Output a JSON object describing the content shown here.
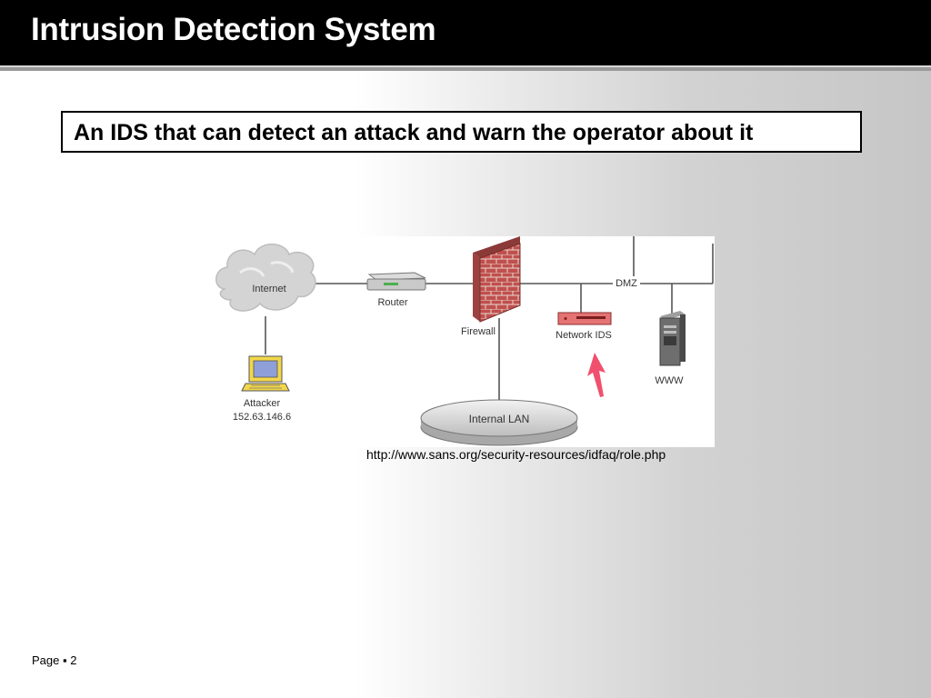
{
  "slide": {
    "title": "Intrusion Detection System",
    "subtitle": "An IDS that can detect an attack and warn the operator about it",
    "source_url": "http://www.sans.org/security-resources/idfaq/role.php",
    "footer": {
      "label": "Page",
      "bullet": "▪",
      "number": "2"
    }
  },
  "diagram": {
    "nodes": {
      "internet": "Internet",
      "router": "Router",
      "firewall": "Firewall",
      "dmz": "DMZ",
      "network_ids": "Network IDS",
      "www": "WWW",
      "attacker_label": "Attacker",
      "attacker_ip": "152.63.146.6",
      "internal_lan": "Internal LAN"
    },
    "colors": {
      "firewall_brick": "#c0504d",
      "ids_device": "#e57373",
      "arrow": "#f0506e",
      "line": "#555555"
    }
  }
}
